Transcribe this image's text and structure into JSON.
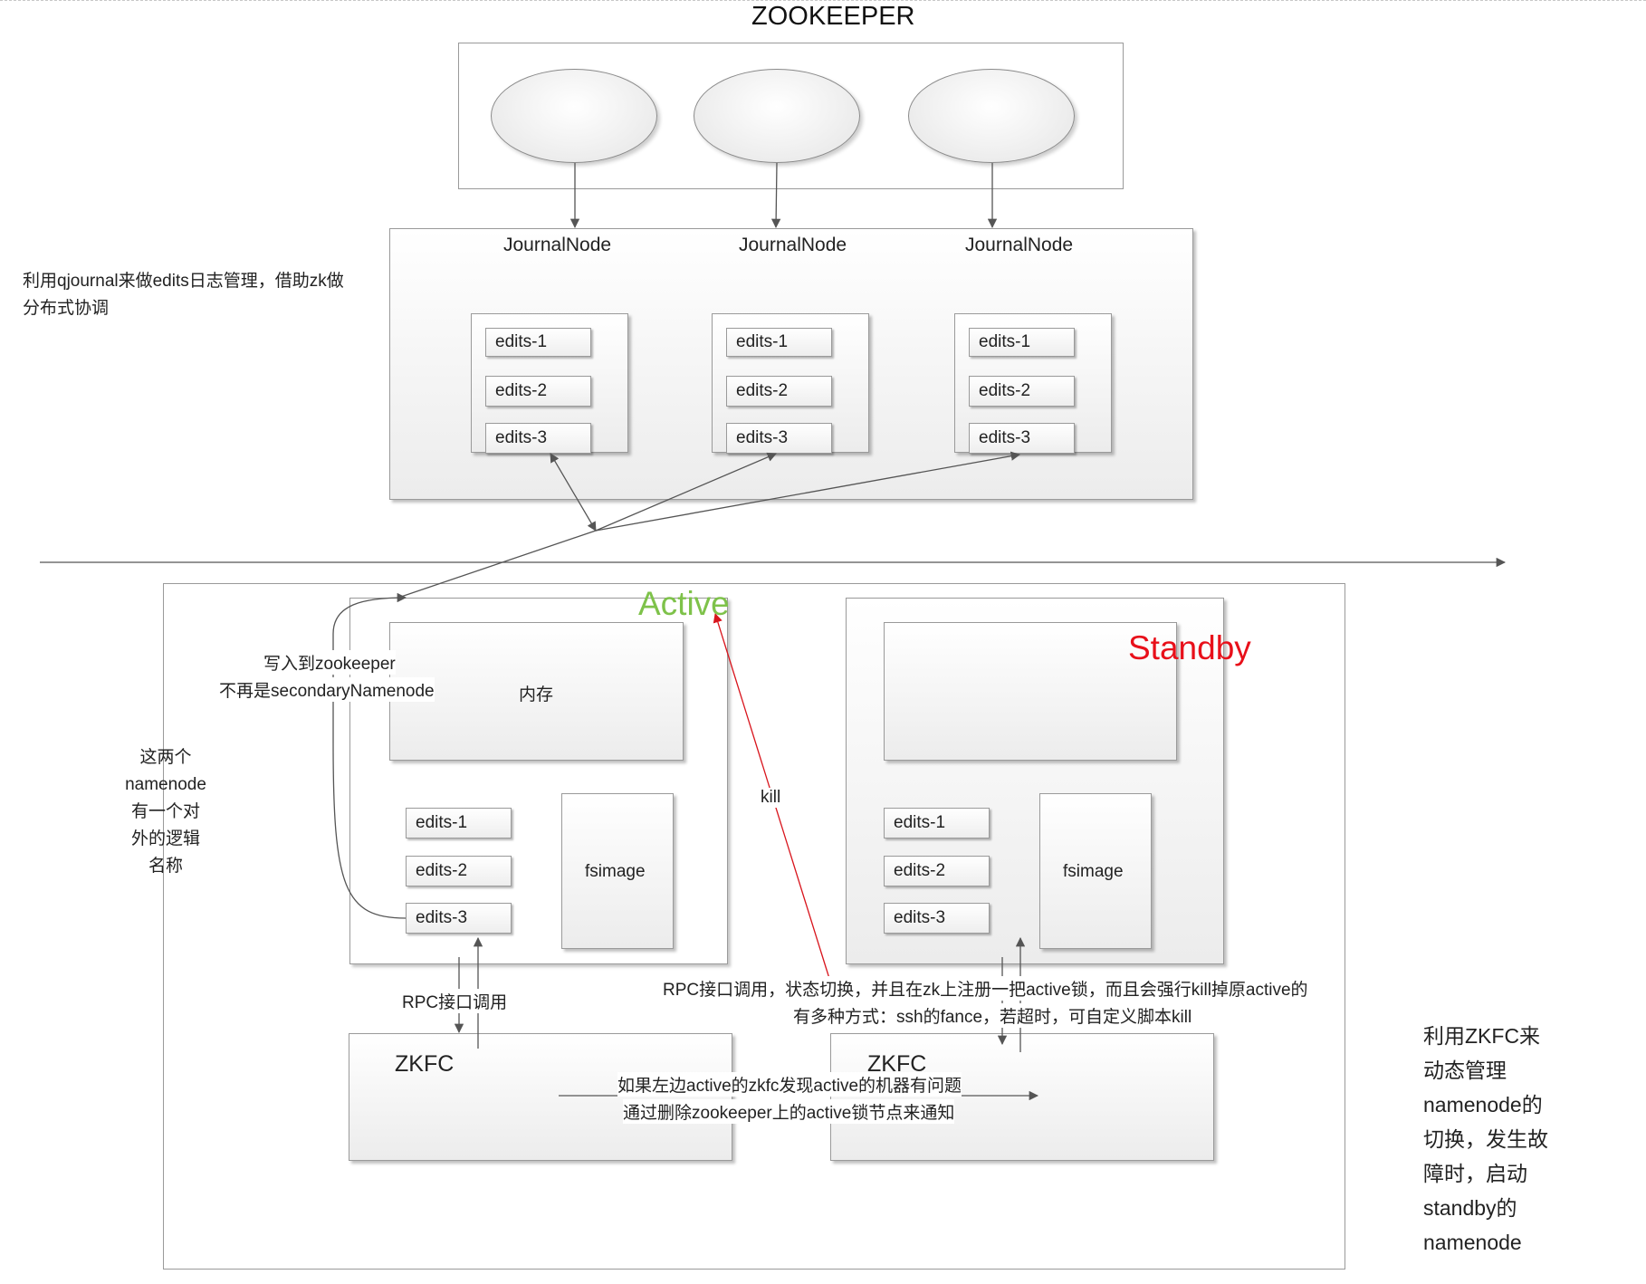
{
  "title": "ZOOKEEPER",
  "journal": {
    "label": "JournalNode",
    "edits": [
      "edits-1",
      "edits-2",
      "edits-3"
    ]
  },
  "notes": {
    "qjournal_line1": "利用qjournal来做edits日志管理，借助zk做",
    "qjournal_line2": "分布式协调",
    "write_line1": "写入到zookeeper",
    "write_line2": "不再是secondaryNamenode",
    "logical_name": [
      "这两个",
      "namenode",
      "有一个对",
      "外的逻辑",
      "名称"
    ],
    "kill": "kill",
    "rpc_left": "RPC接口调用",
    "rpc_right_line1": "RPC接口调用，状态切换，并且在zk上注册一把active锁，而且会强行kill掉原active的",
    "rpc_right_line2": "有多种方式：ssh的fance，若超时，可自定义脚本kill",
    "notify_line1": "如果左边active的zkfc发现active的机器有问题",
    "notify_line2": "通过删除zookeeper上的active锁节点来通知",
    "zkfc_manage": [
      "利用ZKFC来",
      "动态管理",
      "namenode的",
      "切换，发生故",
      "障时，启动",
      "standby的",
      "namenode"
    ]
  },
  "active_nn": {
    "status": "Active",
    "status_color": "#7ec24a",
    "memory": "内存",
    "edits": [
      "edits-1",
      "edits-2",
      "edits-3"
    ],
    "fsimage": "fsimage"
  },
  "standby_nn": {
    "status": "Standby",
    "status_color": "#e8101a",
    "edits": [
      "edits-1",
      "edits-2",
      "edits-3"
    ],
    "fsimage": "fsimage"
  },
  "zkfc": {
    "left": "ZKFC",
    "right": "ZKFC"
  }
}
